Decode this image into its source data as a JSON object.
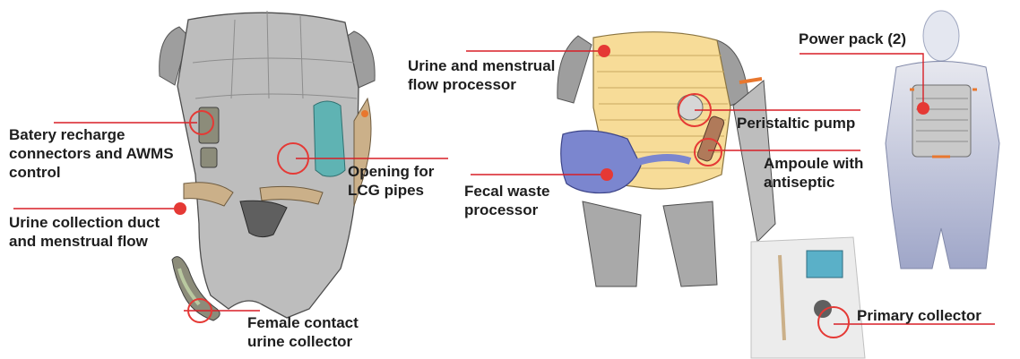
{
  "colors": {
    "suit_gray": "#a9a9a9",
    "suit_dark": "#6f6f6f",
    "accent_red": "#e53935",
    "line_red": "#d81f26",
    "processor_yellow": "#f7dc98",
    "fecal_blue": "#7b86cf",
    "lcg_teal": "#5fb3b3",
    "strap_tan": "#cbb089",
    "orange_tab": "#e8772e"
  },
  "labels": {
    "battery": [
      "Batery recharge",
      "connectors and AWMS",
      "control"
    ],
    "urine_duct": [
      "Urine collection duct",
      "and menstrual flow"
    ],
    "female_collector": [
      "Female contact",
      "urine collector"
    ],
    "lcg_pipes": [
      "Opening for",
      "LCG pipes"
    ],
    "urine_processor": [
      "Urine and menstrual",
      "flow processor"
    ],
    "fecal_processor": [
      "Fecal waste",
      "processor"
    ],
    "peristaltic_pump": "Peristaltic pump",
    "ampoule": [
      "Ampoule with",
      "antiseptic"
    ],
    "power_pack": "Power pack (2)",
    "primary_collector": "Primary collector"
  },
  "icons": [
    "left-garment-illustration",
    "center-garment-illustration",
    "back-view-illustration",
    "primary-collector-inset"
  ]
}
